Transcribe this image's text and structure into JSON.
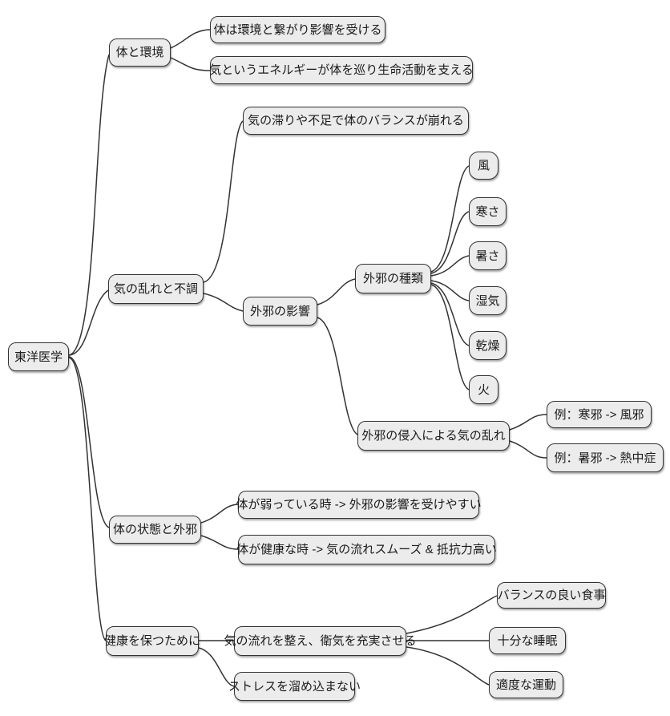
{
  "diagram": {
    "type": "mindmap",
    "colors": {
      "node_fill": "#ececec",
      "node_border": "#333333",
      "edge": "#333333",
      "text": "#1a1a1a",
      "background": "#ffffff"
    },
    "root": {
      "label": "東洋医学"
    },
    "branches": [
      {
        "label": "体と環境",
        "children": [
          {
            "label": "体は環境と繋がり影響を受ける"
          },
          {
            "label": "気というエネルギーが体を巡り生命活動を支える"
          }
        ]
      },
      {
        "label": "気の乱れと不調",
        "children": [
          {
            "label": "気の滞りや不足で体のバランスが崩れる"
          },
          {
            "label": "外邪の影響",
            "children": [
              {
                "label": "外邪の種類",
                "children": [
                  {
                    "label": "風"
                  },
                  {
                    "label": "寒さ"
                  },
                  {
                    "label": "暑さ"
                  },
                  {
                    "label": "湿気"
                  },
                  {
                    "label": "乾燥"
                  },
                  {
                    "label": "火"
                  }
                ]
              },
              {
                "label": "外邪の侵入による気の乱れ",
                "children": [
                  {
                    "label": "例：寒邪 -> 風邪"
                  },
                  {
                    "label": "例：暑邪 -> 熱中症"
                  }
                ]
              }
            ]
          }
        ]
      },
      {
        "label": "体の状態と外邪",
        "children": [
          {
            "label": "体が弱っている時 -> 外邪の影響を受けやすい"
          },
          {
            "label": "体が健康な時 -> 気の流れスムーズ & 抵抗力高い"
          }
        ]
      },
      {
        "label": "健康を保つために",
        "children": [
          {
            "label": "気の流れを整え、衛気を充実させる",
            "children": [
              {
                "label": "バランスの良い食事"
              },
              {
                "label": "十分な睡眠"
              },
              {
                "label": "適度な運動"
              }
            ]
          },
          {
            "label": "ストレスを溜め込まない"
          }
        ]
      }
    ]
  }
}
